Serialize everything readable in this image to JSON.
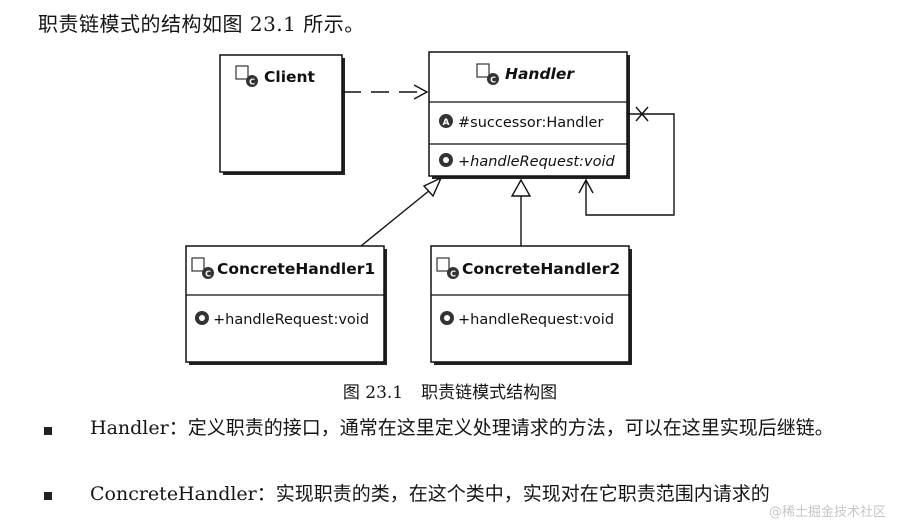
{
  "intro_text": "职责链模式的结构如图 23.1 所示。",
  "diagram": {
    "classes": {
      "client": {
        "name": "Client"
      },
      "handler": {
        "name": "Handler",
        "attribute": "#successor:Handler",
        "operation": "+handleRequest:void"
      },
      "concrete1": {
        "name": "ConcreteHandler1",
        "operation": "+handleRequest:void"
      },
      "concrete2": {
        "name": "ConcreteHandler2",
        "operation": "+handleRequest:void"
      }
    },
    "class_badge": "C",
    "attribute_badge": "A",
    "operation_badge": "O"
  },
  "caption": {
    "number": "图 23.1",
    "text": "职责链模式结构图"
  },
  "bullets": [
    {
      "term": "Handler：",
      "text": "定义职责的接口，通常在这里定义处理请求的方法，可以在这里实现后继链。"
    },
    {
      "term": "ConcreteHandler：",
      "text": "实现职责的类，在这个类中，实现对在它职责范围内请求的"
    }
  ],
  "watermark": "@稀土掘金技术社区"
}
